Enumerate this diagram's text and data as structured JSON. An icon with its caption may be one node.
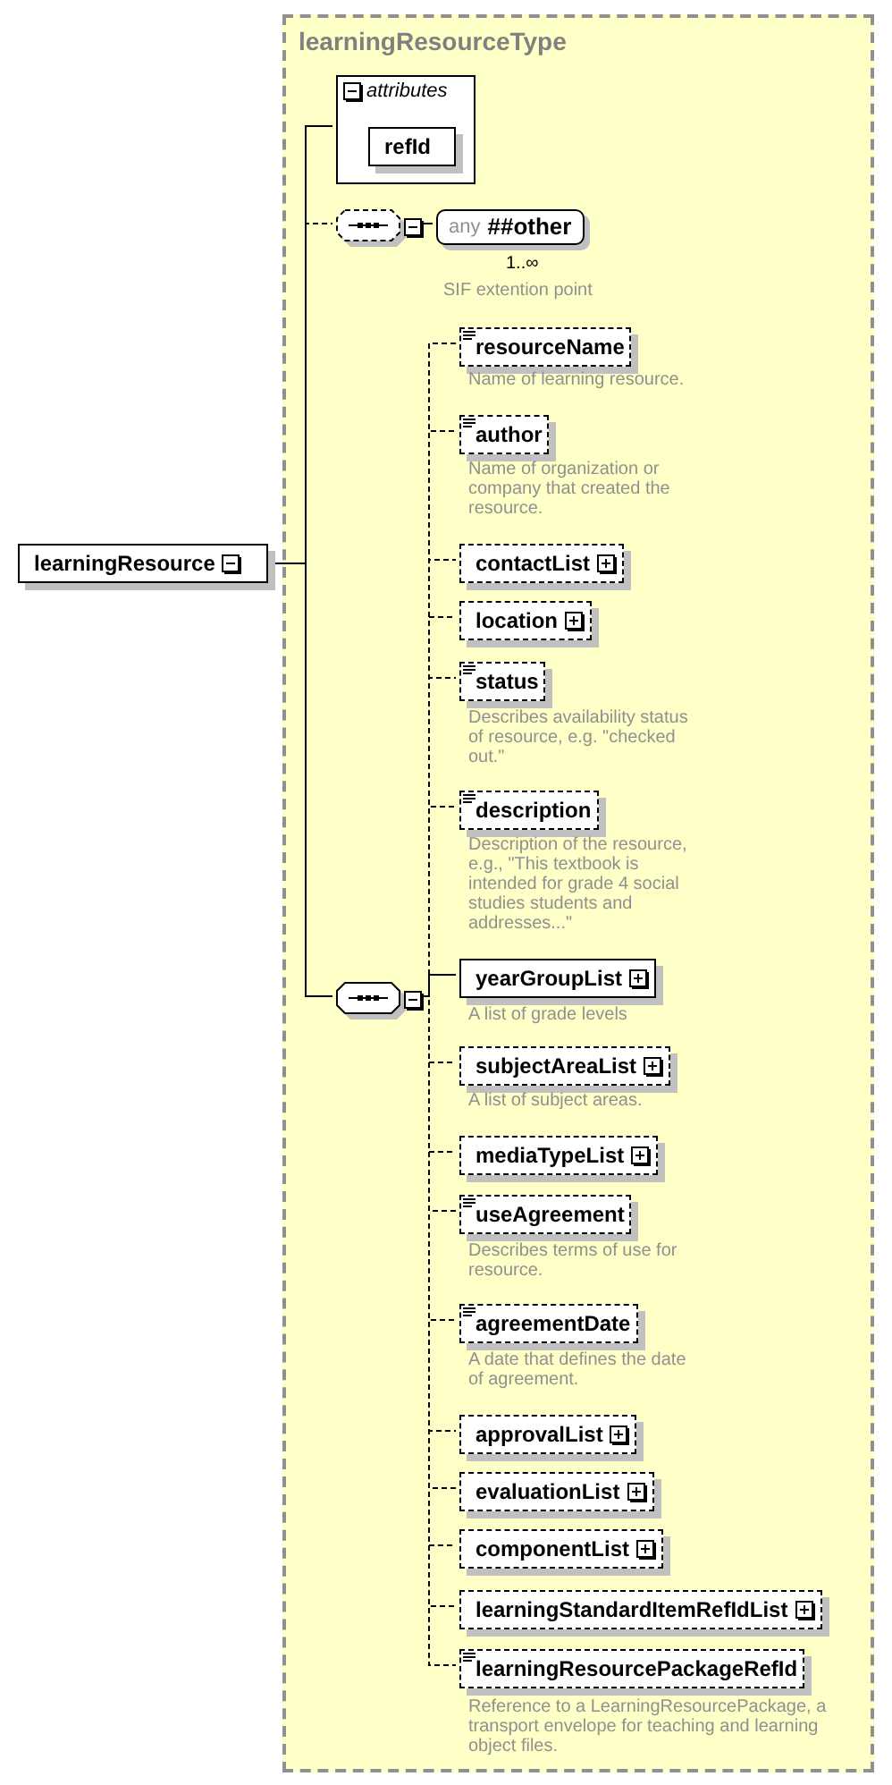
{
  "diagram": {
    "nodes": [
      {
        "text": [
          "learningResource"
        ]
      },
      {
        "text": [
          "learningResourceType"
        ]
      },
      {
        "text": [
          "attributes"
        ],
        "in": 1
      },
      {
        "text": [
          "refId"
        ],
        "in": 2
      },
      {
        "text": [],
        "shape": "octagon",
        "in": 1
      },
      {
        "text": [
          "any",
          "##other"
        ],
        "in": 1,
        "beside": [
          "1..∞",
          "SIF extention point"
        ]
      },
      {
        "text": [
          "resourceName"
        ],
        "in": 1,
        "beside": [
          "Name of learning resource."
        ]
      },
      {
        "text": [
          "author"
        ],
        "in": 1,
        "beside": [
          "Name of organization or company that created the resource."
        ]
      },
      {
        "text": [
          "contactList"
        ],
        "in": 1
      },
      {
        "text": [
          "location"
        ],
        "in": 1
      },
      {
        "text": [
          "status"
        ],
        "in": 1,
        "beside": [
          "Describes availability status of resource, e.g. \"checked out.\""
        ]
      },
      {
        "text": [
          "description"
        ],
        "in": 1,
        "beside": [
          "Description of the resource, e.g., \"This textbook is intended for grade 4 social studies students and addresses...\""
        ]
      },
      {
        "text": [],
        "shape": "octagon",
        "in": 1
      },
      {
        "text": [
          "yearGroupList"
        ],
        "in": 1,
        "beside": [
          "A list of grade levels"
        ]
      },
      {
        "text": [
          "subjectAreaList"
        ],
        "in": 1,
        "beside": [
          "A list of subject areas."
        ]
      },
      {
        "text": [
          "mediaTypeList"
        ],
        "in": 1
      },
      {
        "text": [
          "useAgreement"
        ],
        "in": 1,
        "beside": [
          "Describes terms of use for resource."
        ]
      },
      {
        "text": [
          "agreementDate"
        ],
        "in": 1,
        "beside": [
          "A date that defines the date of agreement."
        ]
      },
      {
        "text": [
          "approvalList"
        ],
        "in": 1
      },
      {
        "text": [
          "evaluationList"
        ],
        "in": 1
      },
      {
        "text": [
          "componentList"
        ],
        "in": 1
      },
      {
        "text": [
          "learningStandardItemRefIdList"
        ],
        "in": 1
      },
      {
        "text": [
          "learningResourcePackageRefId"
        ],
        "in": 1,
        "beside": [
          "Reference to a LearningResourcePackage, a transport envelope for teaching and learning object files."
        ]
      }
    ],
    "edges": [
      {
        "from": 0,
        "to": 2,
        "arrow": "none"
      },
      {
        "from": 0,
        "to": 4,
        "arrow": "none",
        "style": "dashed"
      },
      {
        "from": 0,
        "to": 12,
        "arrow": "none"
      },
      {
        "from": 4,
        "to": 5,
        "arrow": "none"
      },
      {
        "from": 12,
        "to": 6,
        "arrow": "none",
        "style": "dashed"
      },
      {
        "from": 12,
        "to": 7,
        "arrow": "none",
        "style": "dashed"
      },
      {
        "from": 12,
        "to": 8,
        "arrow": "none",
        "style": "dashed"
      },
      {
        "from": 12,
        "to": 9,
        "arrow": "none",
        "style": "dashed"
      },
      {
        "from": 12,
        "to": 10,
        "arrow": "none",
        "style": "dashed"
      },
      {
        "from": 12,
        "to": 11,
        "arrow": "none",
        "style": "dashed"
      },
      {
        "from": 12,
        "to": 13,
        "arrow": "none"
      },
      {
        "from": 12,
        "to": 14,
        "arrow": "none",
        "style": "dashed"
      },
      {
        "from": 12,
        "to": 15,
        "arrow": "none",
        "style": "dashed"
      },
      {
        "from": 12,
        "to": 16,
        "arrow": "none",
        "style": "dashed"
      },
      {
        "from": 12,
        "to": 17,
        "arrow": "none",
        "style": "dashed"
      },
      {
        "from": 12,
        "to": 18,
        "arrow": "none",
        "style": "dashed"
      },
      {
        "from": 12,
        "to": 19,
        "arrow": "none",
        "style": "dashed"
      },
      {
        "from": 12,
        "to": 20,
        "arrow": "none",
        "style": "dashed"
      },
      {
        "from": 12,
        "to": 21,
        "arrow": "none",
        "style": "dashed"
      },
      {
        "from": 12,
        "to": 22,
        "arrow": "none",
        "style": "dashed"
      }
    ]
  }
}
